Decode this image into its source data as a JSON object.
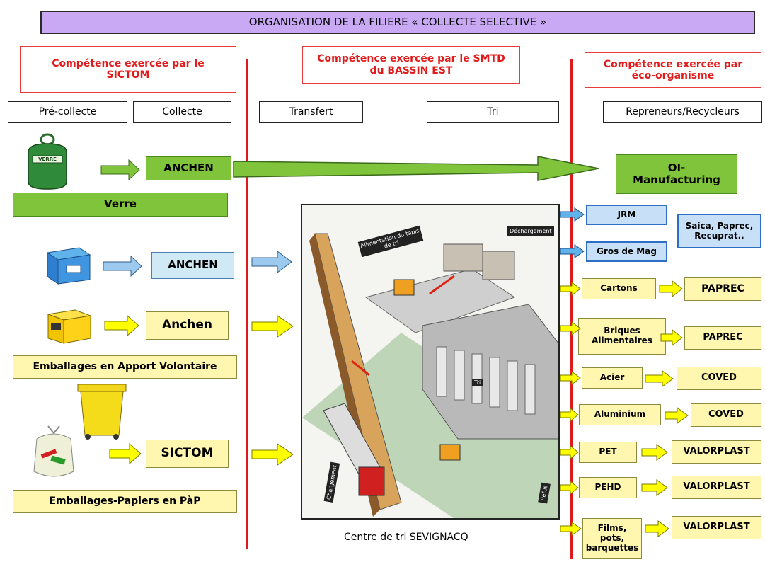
{
  "title": "ORGANISATION DE LA FILIERE « COLLECTE SELECTIVE »",
  "competences": {
    "sictom": "Compétence exercée par le SICTOM",
    "smtd": "Compétence exercée par le SMTD du BASSIN EST",
    "eco": "Compétence exercée par éco-organisme"
  },
  "stages": {
    "pre_collecte": "Pré-collecte",
    "collecte": "Collecte",
    "transfert": "Transfert",
    "tri": "Tri",
    "repreneurs": "Repreneurs/Recycleurs"
  },
  "flows": {
    "verre_collector": "ANCHEN",
    "verre_label": "Verre",
    "verre_recycler": "OI-Manufacturing",
    "papier_collector": "ANCHEN",
    "emballages_collector": "Anchen",
    "emballages_av_label": "Emballages en Apport Volontaire",
    "pap_collector": "SICTOM",
    "pap_label": "Emballages-Papiers en PàP"
  },
  "sorting_center": {
    "caption": "Centre de tri SEVIGNACQ",
    "labels": {
      "alimentation": "Alimentation du tapis de tri",
      "dechargement": "Déchargement",
      "tri": "Tri",
      "chargement": "Chargement",
      "refus": "Refus"
    }
  },
  "papers": {
    "jrm": "JRM",
    "gros_de_mag": "Gros de Mag",
    "paper_recyclers": "Saica, Paprec, Recuprat.."
  },
  "materials": [
    {
      "material": "Cartons",
      "recycler": "PAPREC"
    },
    {
      "material": "Briques Alimentaires",
      "recycler": "PAPREC"
    },
    {
      "material": "Acier",
      "recycler": "COVED"
    },
    {
      "material": "Aluminium",
      "recycler": "COVED"
    },
    {
      "material": "PET",
      "recycler": "VALORPLAST"
    },
    {
      "material": "PEHD",
      "recycler": "VALORPLAST"
    },
    {
      "material": "Films, pots, barquettes",
      "recycler": "VALORPLAST"
    }
  ],
  "icons": {
    "glass_bin": "VERRE",
    "colors": {
      "green": "#7fc43a",
      "yellow": "#ffff00",
      "light_blue": "#9cc9ee",
      "red_line": "#e01a1a",
      "title_purple": "#c9a8f4"
    }
  }
}
